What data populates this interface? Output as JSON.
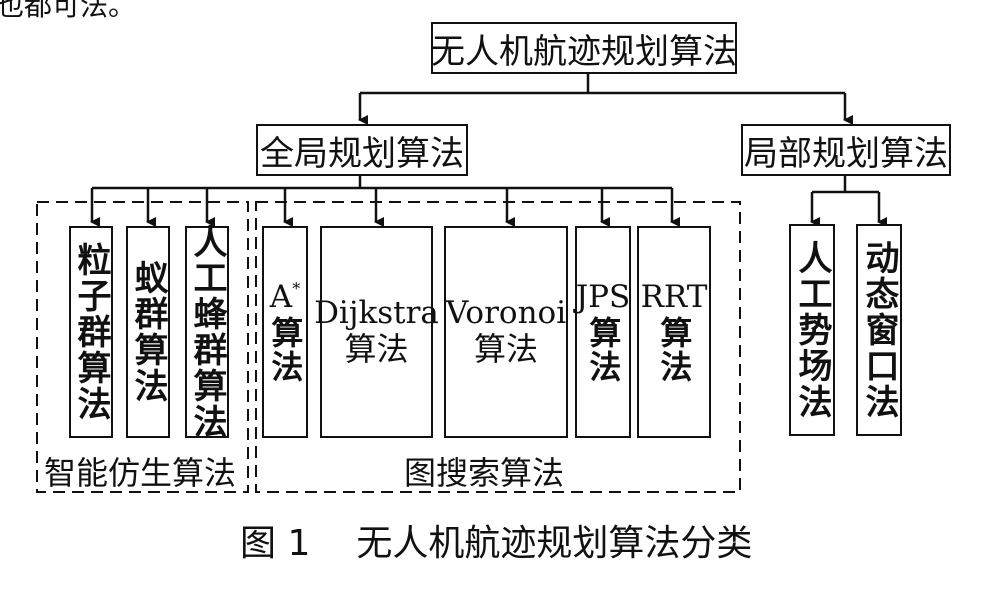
{
  "top_fragment": "也都可法。",
  "root": "无人机航迹规划算法",
  "global": "全局规划算法",
  "local": "局部规划算法",
  "groups": {
    "bio": "智能仿生算法",
    "graph": "图搜索算法"
  },
  "leaves": {
    "pso": "粒子群算法",
    "aco": "蚁群算法",
    "abc": "人工蜂群算法",
    "astar_latin": "A",
    "astar_sup": "*",
    "astar_cjk": "算法",
    "dijkstra_latin": "Dijkstra",
    "dijkstra_cjk": "算法",
    "voronoi_latin": "Voronoi",
    "voronoi_cjk": "算法",
    "jps_latin": "JPS",
    "jps_cjk": "算法",
    "rrt_latin": "RRT",
    "rrt_cjk": "算法",
    "apf": "人工势场法",
    "dwa": "动态窗口法"
  },
  "caption": {
    "figure": "图 1",
    "title": "无人机航迹规划算法分类"
  }
}
